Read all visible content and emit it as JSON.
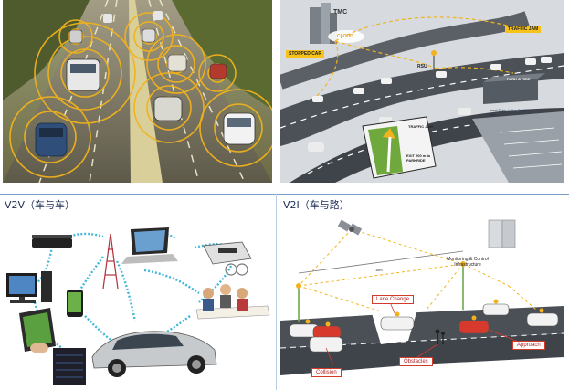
{
  "captions": {
    "v2v": "V2V（车与车）",
    "v2i": "V2I（车与路）"
  },
  "v2i_top": {
    "tmc": "TMC",
    "cloud": "CLOUD",
    "traffic_jam": "TRAFFIC JAM",
    "stopped_car": "STOPPED CAR",
    "rsu": "RSU",
    "parking": "PARK & RIDE",
    "next_train": "next Train to the Center 7 min",
    "sign_traffic_jam": "TRAFFIC JAM",
    "sign_exit": "EXIT 200 m to PARKRIDE"
  },
  "v2i_bottom": {
    "monitoring": "Monitoring & Control Infrastructure",
    "distance": "1km",
    "lane_change": "Lane Change",
    "approach": "Approach",
    "collision": "Collision",
    "obstacles": "Obstacles"
  },
  "colors": {
    "caption": "#1b2b55",
    "signal": "#f2b21c",
    "alert": "#d23a2a",
    "network": "#40b8d8"
  }
}
